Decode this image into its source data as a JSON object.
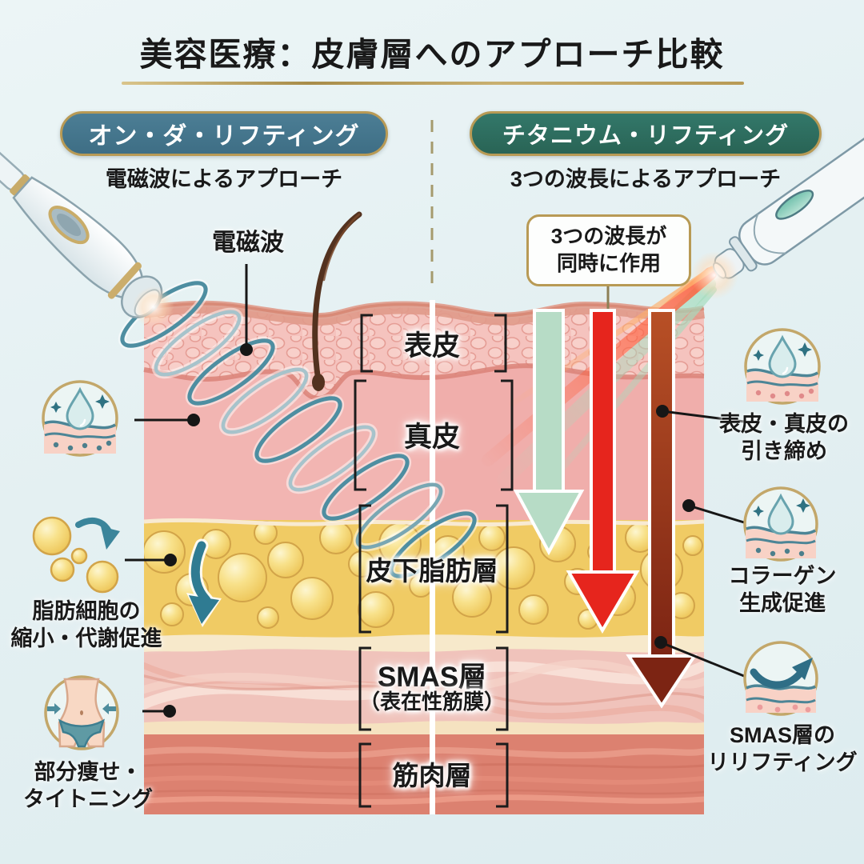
{
  "title": {
    "text": "美容医療：皮膚層へのアプローチ比較"
  },
  "left": {
    "badge": "オン・ダ・リフティング",
    "subtitle": "電磁波によるアプローチ",
    "wave_label": "電磁波",
    "fat_effect": {
      "line1": "脂肪細胞の",
      "line2": "縮小・代謝促進"
    },
    "body_effect": {
      "line1": "部分痩せ・",
      "line2": "タイトニング"
    }
  },
  "right": {
    "badge": "チタニウム・リフティング",
    "subtitle": "3つの波長によるアプローチ",
    "callout": {
      "line1": "3つの波長が",
      "line2": "同時に作用"
    },
    "benefit_tightening": {
      "line1": "表皮・真皮の",
      "line2": "引き締め"
    },
    "benefit_collagen": {
      "line1": "コラーゲン",
      "line2": "生成促進"
    },
    "benefit_smas": {
      "line1": "SMAS層の",
      "line2": "リリフティング"
    }
  },
  "layers": {
    "epidermis": "表皮",
    "dermis": "真皮",
    "subcutaneous_fat": "皮下脂肪層",
    "smas": "SMAS層",
    "smas_sub": "（表在性筋膜）",
    "muscle": "筋肉層"
  },
  "icons": {
    "left": [
      "moisture-skin-icon",
      "fat-cells-icon",
      "waist-slimming-icon"
    ],
    "right": [
      "moisture-skin-icon",
      "collagen-skin-icon",
      "smas-lift-icon"
    ],
    "devices": [
      "rf-handpiece-device",
      "laser-pen-device"
    ]
  },
  "colors": {
    "background": "#e6f0f2",
    "gold_accent": "#b89a55",
    "left_badge": "#44758c",
    "right_badge": "#2d6e5f",
    "text": "#1a1a1a",
    "spiral_teal": "#4e8ea1",
    "mint_arrow": "#b7dcc6",
    "red_arrow": "#e6251d",
    "dark_red_arrow": "#9c3318",
    "epidermis": "#f4c0ba",
    "dermis": "#f2b5b2",
    "fat": "#f0cd68",
    "smas": "#f0c5bd",
    "muscle": "#dd8171"
  }
}
